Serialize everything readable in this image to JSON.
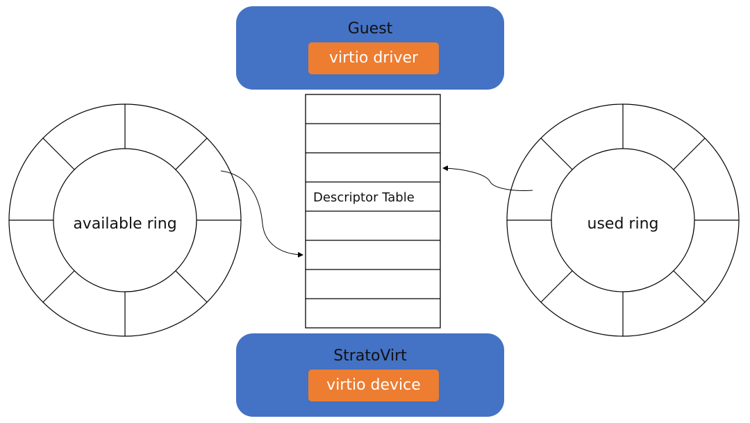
{
  "guest": {
    "title": "Guest",
    "component": "virtio driver"
  },
  "host": {
    "title": "StratoVirt",
    "component": "virtio device"
  },
  "descriptor_table": {
    "label": "Descriptor Table"
  },
  "available_ring": {
    "label": "available ring"
  },
  "used_ring": {
    "label": "used ring"
  },
  "colors": {
    "panel": "#4472c4",
    "chip": "#ed7d31",
    "stroke": "#000000"
  }
}
